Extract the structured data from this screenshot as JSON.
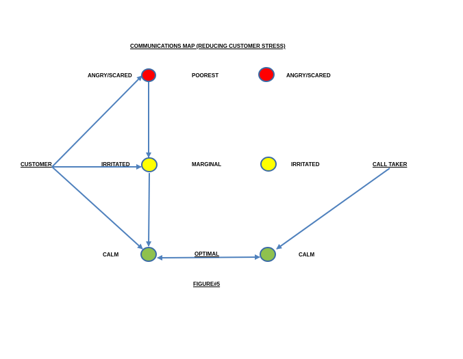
{
  "title": "COMMUNICATIONS MAP (REDUCING CUSTOMER STRESS)",
  "caption": "FIGURE#5",
  "colors": {
    "arrow": "#4f81bd",
    "node_stroke": "#3a6aa5",
    "red": "#ff0000",
    "yellow": "#ffff00",
    "green": "#8fc14e"
  },
  "left_column": {
    "customer": "CUSTOMER",
    "angry": "ANGRY/SCARED",
    "irritated": "IRRITATED",
    "calm": "CALM"
  },
  "levels": {
    "poorest": "POOREST",
    "marginal": "MARGINAL",
    "optimal": "OPTIMAL"
  },
  "right_column": {
    "angry": "ANGRY/SCARED",
    "irritated": "IRRITATED",
    "calm": "CALM",
    "call_taker": "CALL TAKER"
  }
}
